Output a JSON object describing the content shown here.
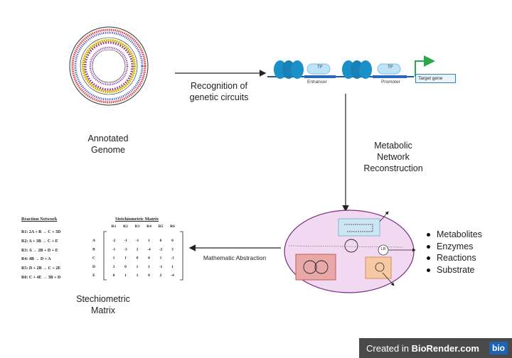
{
  "labels": {
    "annotated_genome": "Annotated\nGenome",
    "recognition": "Recognition of\ngenetic circuits",
    "metabolic": "Metabolic\nNetwork\nReconstruction",
    "math_abstraction": "Mathematic Abstraction",
    "stech_matrix": "Stechiometric\nMatrix"
  },
  "circuit": {
    "tf_1": "TF",
    "tf_2": "TF",
    "enhancer": "Enhancer",
    "promoter": "Promoter",
    "target_gene": "Target gene"
  },
  "cell": {
    "lb": "LB"
  },
  "bullets": [
    "Metabolites",
    "Enzymes",
    "Reactions",
    "Substrate"
  ],
  "reaction_network": {
    "title": "Reaction Network",
    "reactions": [
      "R1: 2A + B → C + 3D",
      "R2: A + 3B → C + E",
      "R3: A → 2B + D + E",
      "R4: 4B → D + A",
      "R5: D + 2B → C + 2E",
      "R6: C + 4E → 3B + D"
    ]
  },
  "stoichiometric_matrix": {
    "title": "Steichiometric Matrix",
    "columns": [
      "R1",
      "R2",
      "R3",
      "R4",
      "R5",
      "R6"
    ],
    "rows": [
      {
        "name": "A",
        "values": [
          "-2",
          "-1",
          "-1",
          "1",
          "0",
          "0"
        ]
      },
      {
        "name": "B",
        "values": [
          "-1",
          "-3",
          "2",
          "-4",
          "-2",
          "3"
        ]
      },
      {
        "name": "C",
        "values": [
          "1",
          "1",
          "0",
          "0",
          "1",
          "-1"
        ]
      },
      {
        "name": "D",
        "values": [
          "3",
          "0",
          "1",
          "1",
          "-1",
          "1"
        ]
      },
      {
        "name": "E",
        "values": [
          "0",
          "1",
          "1",
          "0",
          "2",
          "-4"
        ]
      }
    ]
  },
  "badge": {
    "prefix": "Created in ",
    "brand": "BioRender.com",
    "logo": "bio"
  },
  "colors": {
    "nucleosome": "#1b8fc7",
    "tf": "#bfe3f7",
    "cell_fill": "#f0d9f1",
    "cell_stroke": "#7a2c84",
    "arrow_green": "#2aa84a"
  }
}
